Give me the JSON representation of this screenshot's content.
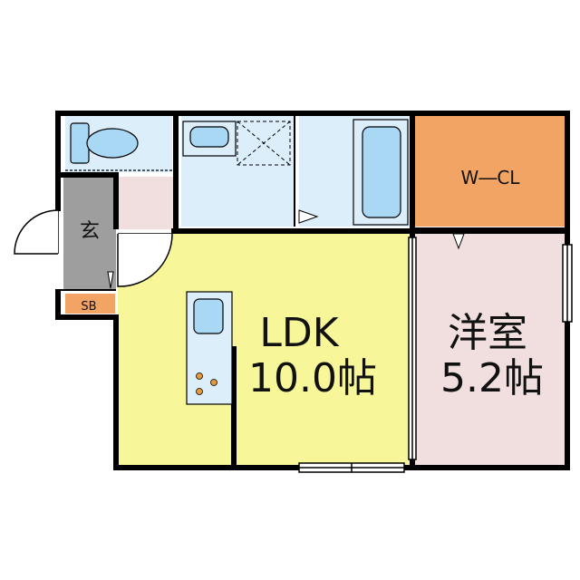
{
  "floorplan": {
    "rooms": {
      "ldk": {
        "name": "LDK",
        "size": "10.0帖",
        "color": "#f7f79a"
      },
      "western": {
        "name": "洋室",
        "size": "5.2帖",
        "color": "#f1dede"
      },
      "wcl": {
        "name": "W―CL",
        "color": "#f2a465"
      },
      "entrance": {
        "name": "玄",
        "color": "#9e9e9e"
      },
      "sb": {
        "name": "SB",
        "color": "#f2a465"
      },
      "wet_area_color": "#dceefa",
      "hall_color": "#f1dede"
    },
    "fixtures": [
      "toilet-icon",
      "washbasin-icon",
      "washing-machine-icon",
      "bathtub-icon",
      "sink-icon",
      "stove-icon"
    ],
    "wall_color": "#000000"
  }
}
